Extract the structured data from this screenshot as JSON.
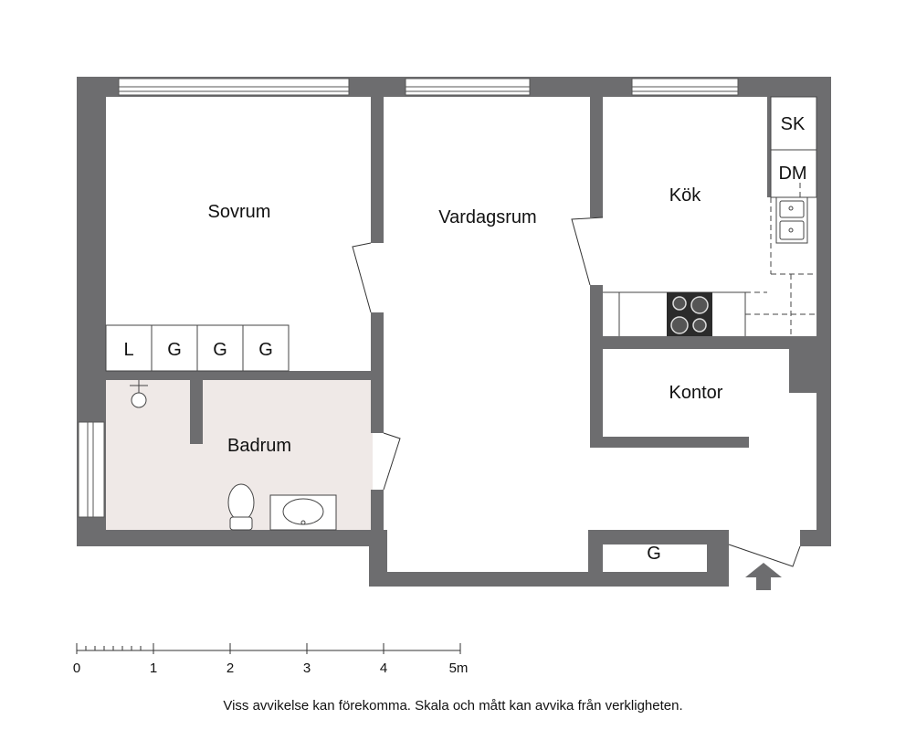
{
  "rooms": {
    "sovrum": "Sovrum",
    "vardagsrum": "Vardagsrum",
    "kok": "Kök",
    "badrum": "Badrum",
    "kontor": "Kontor"
  },
  "closets": {
    "l": "L",
    "g1": "G",
    "g2": "G",
    "g3": "G",
    "sk": "SK",
    "dm": "DM",
    "hall_g": "G"
  },
  "scale": {
    "labels": [
      "0",
      "1",
      "2",
      "3",
      "4",
      "5m"
    ]
  },
  "disclaimer": "Viss avvikelse kan förekomma. Skala och mått kan avvika från verkligheten.",
  "colors": {
    "wall": "#6d6d6f",
    "bathroom_floor": "#efe9e7",
    "line": "#333333",
    "entrance_arrow": "#6d6d6f"
  }
}
